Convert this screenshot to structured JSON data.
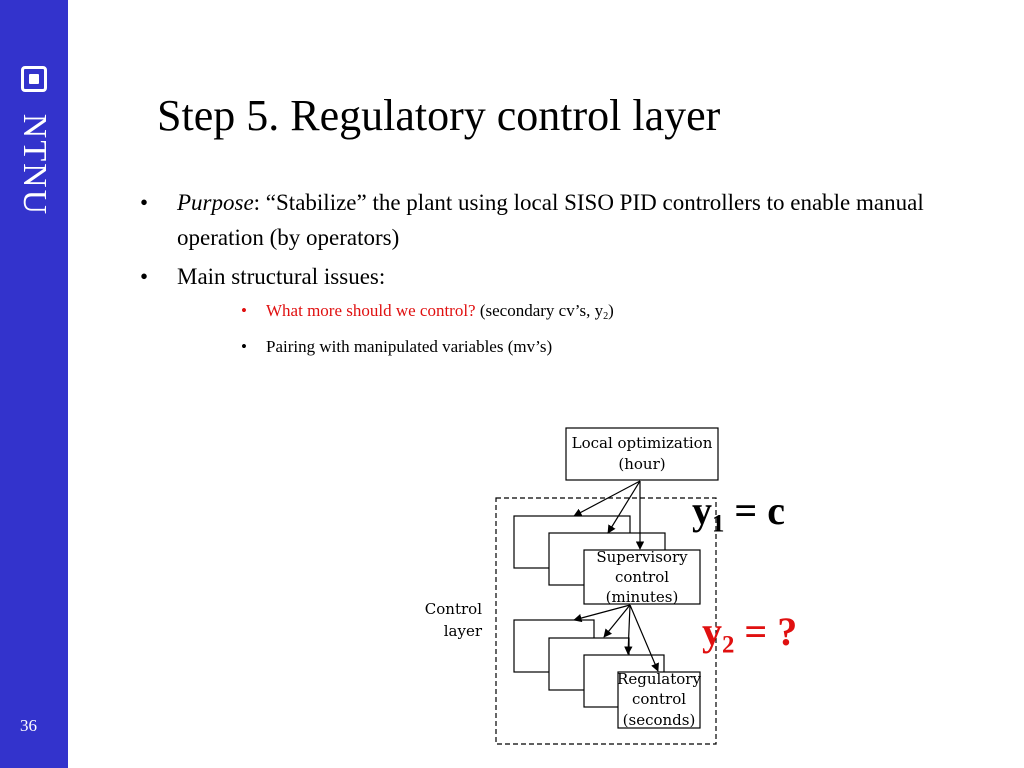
{
  "sidebar": {
    "logo_text": "NTNU",
    "page_number": "36",
    "color": "#3333cc"
  },
  "title": "Step 5. Regulatory control layer",
  "bullets": {
    "b1_emph": "Purpose",
    "b1_rest": ": “Stabilize” the plant using local SISO PID controllers to enable manual operation (by operators)",
    "b2": "Main structural issues:",
    "sub1_red": "What more should we control?",
    "sub1_pre": " (secondary cv’s, y",
    "sub1_sub": "2",
    "sub1_post": ")",
    "sub2": "Pairing with manipulated variables (mv’s)"
  },
  "diagram": {
    "local_opt_line1": "Local optimization",
    "local_opt_line2": "(hour)",
    "supervisory_line1": "Supervisory",
    "supervisory_line2": "control",
    "supervisory_line3": "(minutes)",
    "regulatory_line1": "Regulatory",
    "regulatory_line2": "control",
    "regulatory_line3": "(seconds)",
    "control_layer_line1": "Control",
    "control_layer_line2": "layer"
  },
  "eq1": {
    "var": "y",
    "sub": "1",
    "rhs": " = c"
  },
  "eq2": {
    "var": "y",
    "sub": "2",
    "rhs": " = ?"
  },
  "colors": {
    "accent_red": "#e01010",
    "sidebar_blue": "#3333cc"
  }
}
